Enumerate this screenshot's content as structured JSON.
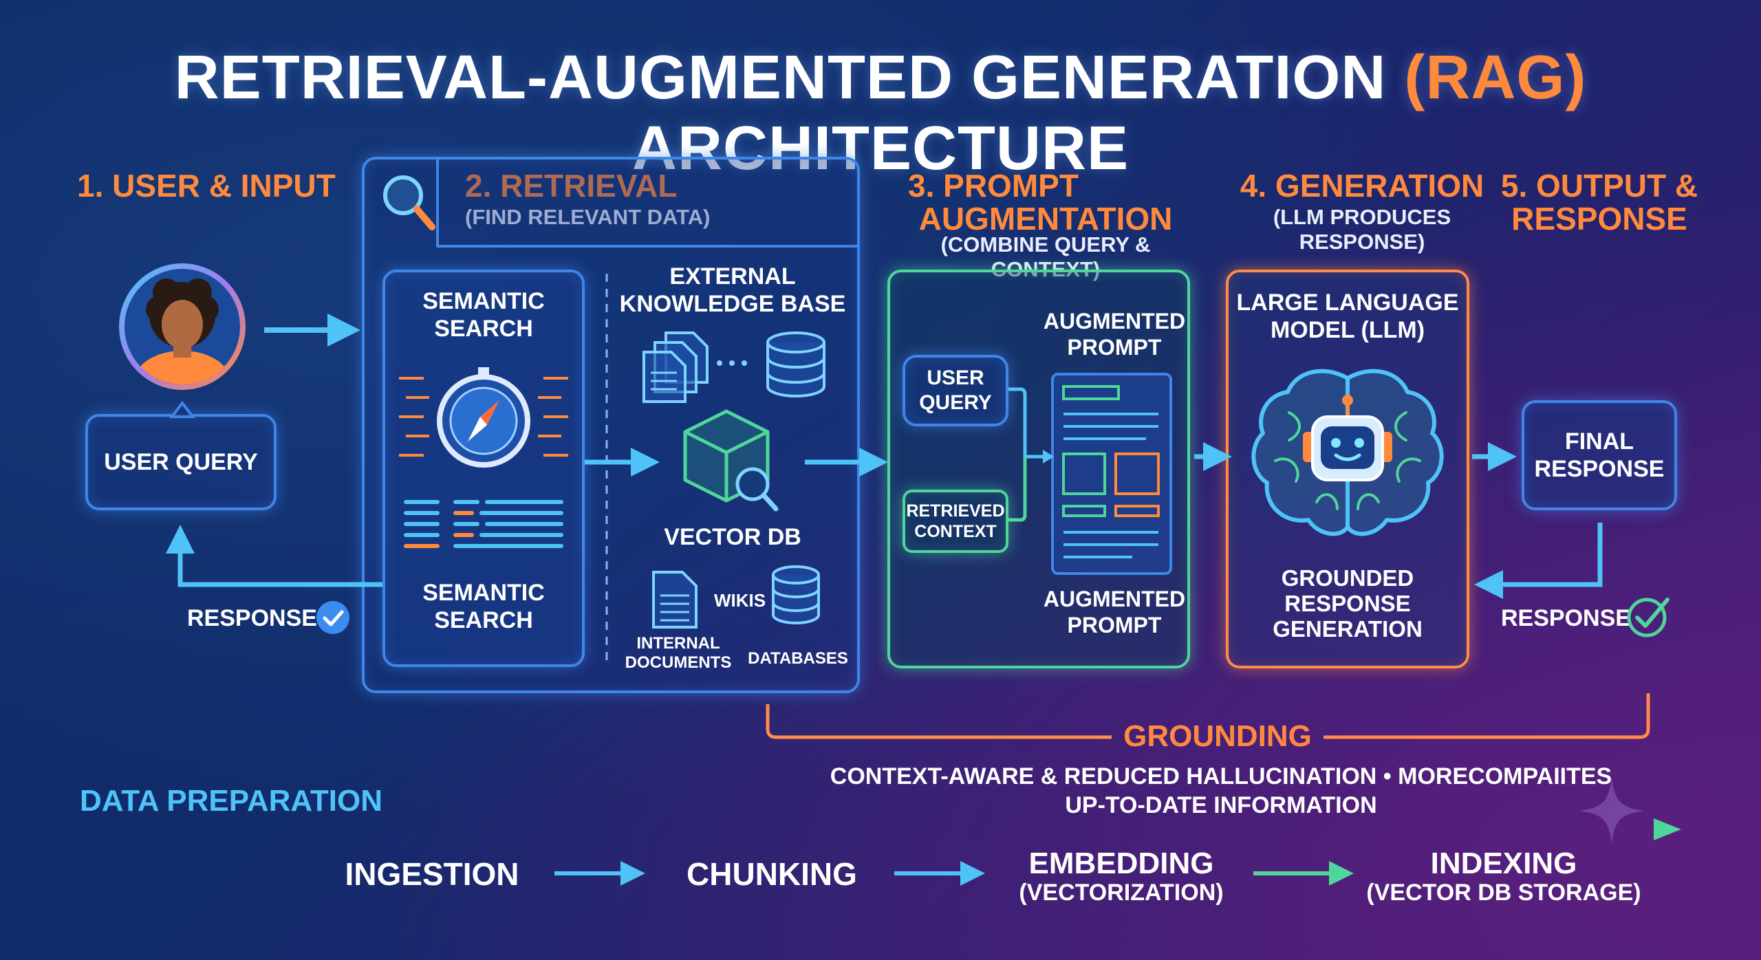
{
  "title": {
    "main": "RETRIEVAL-AUGMENTED GENERATION ",
    "accent": "(RAG)",
    "tail": " ARCHITECTURE"
  },
  "stages": {
    "s1": {
      "title": "1. USER & INPUT"
    },
    "s2": {
      "title": "2. RETRIEVAL",
      "subtitle": "(FIND RELEVANT DATA)"
    },
    "s3": {
      "title_line1": "3. PROMPT",
      "title_line2": "AUGMENTATION",
      "subtitle": "(COMBINE QUERY & CONTEXT)"
    },
    "s4": {
      "title": "4. GENERATION",
      "subtitle": "(LLM PRODUCES RESPONSE)"
    },
    "s5": {
      "title_line1": "5. OUTPUT &",
      "title_line2": "RESPONSE"
    }
  },
  "user": {
    "query_label": "USER QUERY",
    "response_label": "RESPONSE"
  },
  "retrieval": {
    "semantic_top_line1": "SEMANTIC",
    "semantic_top_line2": "SEARCH",
    "semantic_bottom_line1": "SEMANTIC",
    "semantic_bottom_line2": "SEARCH",
    "kb_line1": "EXTERNAL",
    "kb_line2": "KNOWLEDGE BASE",
    "vector_db": "VECTOR DB",
    "wikis": "WIKIS",
    "internal_line1": "INTERNAL",
    "internal_line2": "DOCUMENTS",
    "databases": "DATABASES"
  },
  "augmentation": {
    "user_query_line1": "USER",
    "user_query_line2": "QUERY",
    "retrieved_line1": "RETRIEVED",
    "retrieved_line2": "CONTEXT",
    "aug_top_line1": "AUGMENTED",
    "aug_top_line2": "PROMPT",
    "aug_bottom_line1": "AUGMENTED",
    "aug_bottom_line2": "PROMPT"
  },
  "generation": {
    "llm_line1": "LARGE LANGUAGE",
    "llm_line2": "MODEL (LLM)",
    "grounded_line1": "GROUNDED",
    "grounded_line2": "RESPONSE",
    "grounded_line3": "GENERATION"
  },
  "output": {
    "final_line1": "FINAL",
    "final_line2": "RESPONSE",
    "response_label": "RESPONSE"
  },
  "grounding": {
    "title": "GROUNDING",
    "line1": "CONTEXT-AWARE & REDUCED HALLUCINATION • MORECOMPAIITES",
    "line2": "UP-TO-DATE INFORMATION"
  },
  "data_prep": {
    "title": "DATA PREPARATION",
    "steps": [
      {
        "line1": "INGESTION",
        "line2": ""
      },
      {
        "line1": "CHUNKING",
        "line2": ""
      },
      {
        "line1": "EMBEDDING",
        "line2": "(VECTORIZATION)"
      },
      {
        "line1": "INDEXING",
        "line2": "(VECTOR DB STORAGE)"
      }
    ]
  },
  "colors": {
    "accent_orange": "#ff8a3d",
    "blue": "#3f86e8",
    "green": "#4fd69a",
    "cyan": "#4fc3f7"
  },
  "icons": [
    "magnifier-icon",
    "user-avatar-icon",
    "compass-icon",
    "documents-icon",
    "database-icon",
    "cube-search-icon",
    "document-icon",
    "checkmark-icon",
    "brain-robot-icon",
    "sparkle-icon"
  ]
}
